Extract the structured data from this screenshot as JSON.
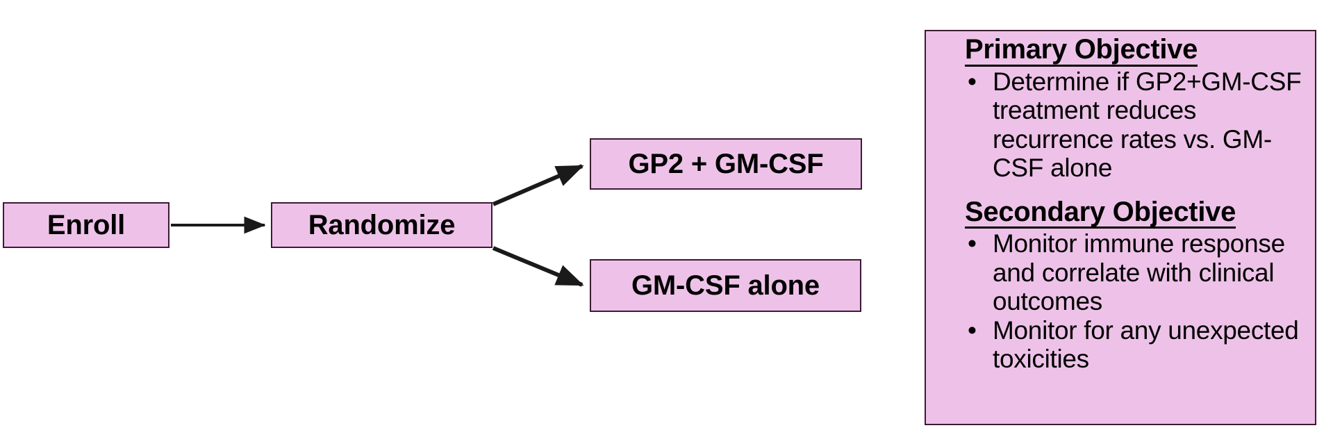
{
  "diagram": {
    "type": "clinical-trial-flow",
    "flow_nodes": [
      {
        "id": "enroll",
        "label": "Enroll"
      },
      {
        "id": "randomize",
        "label": "Randomize"
      },
      {
        "id": "gp2",
        "label": "GP2 + GM-CSF"
      },
      {
        "id": "gmcsf",
        "label": "GM-CSF alone"
      }
    ],
    "connectors": [
      {
        "from": "enroll",
        "to": "randomize",
        "style": "straight-arrow"
      },
      {
        "from": "randomize",
        "to": "gp2",
        "style": "diagonal-arrow-up"
      },
      {
        "from": "randomize",
        "to": "gmcsf",
        "style": "diagonal-arrow-down"
      }
    ]
  },
  "objectives_panel": {
    "bullet_glyph": "•",
    "sections": [
      {
        "heading": "Primary Objective",
        "items": [
          "Determine if GP2+GM-CSF treatment reduces recurrence rates vs. GM-CSF alone"
        ]
      },
      {
        "heading": "Secondary Objective",
        "items": [
          "Monitor immune response and correlate with clinical outcomes",
          "Monitor for any unexpected toxicities"
        ]
      }
    ]
  },
  "colors": {
    "box_fill": "#eec2e8",
    "box_border": "#3d1a33",
    "text": "#000000",
    "arrow": "#1a1a1a",
    "background": "#ffffff"
  }
}
